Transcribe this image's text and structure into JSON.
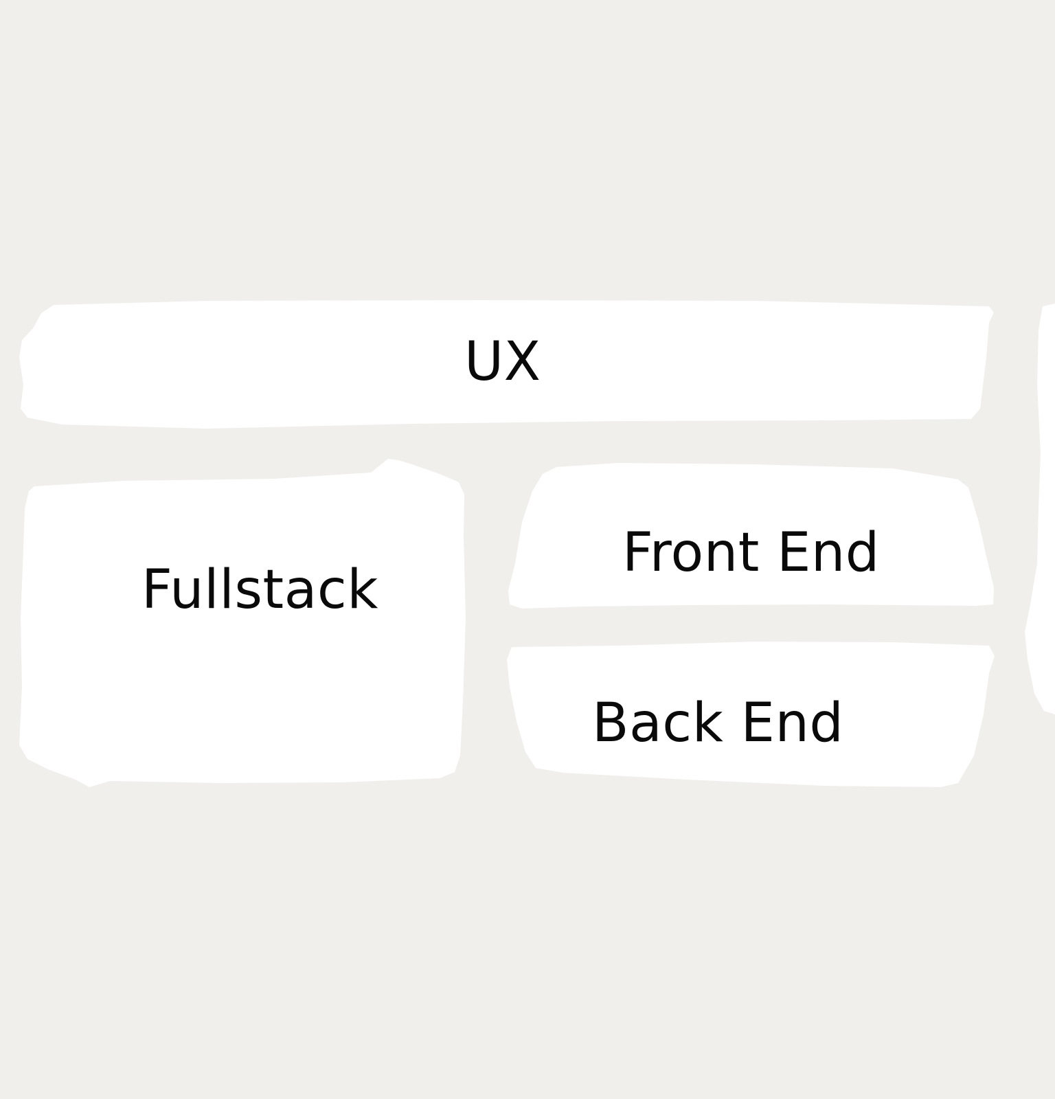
{
  "blocks": {
    "ux": {
      "label": "UX"
    },
    "fullstack": {
      "label": "Fullstack"
    },
    "front_end": {
      "label": "Front End"
    },
    "back_end": {
      "label": "Back End"
    }
  },
  "colors": {
    "background": "#f0efec",
    "block_fill": "#ffffff",
    "text": "#0a0a0a"
  }
}
